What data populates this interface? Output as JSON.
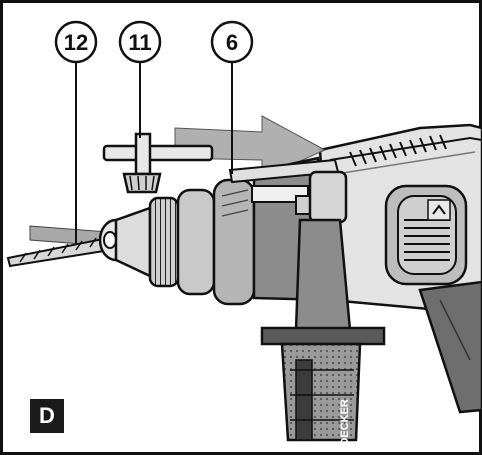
{
  "figure": {
    "panel_label": "D",
    "callouts": [
      {
        "id": "12",
        "label": "12",
        "part": "drill bit"
      },
      {
        "id": "11",
        "label": "11",
        "part": "chuck key"
      },
      {
        "id": "6",
        "label": "6",
        "part": "depth stop"
      }
    ],
    "brand_text": "+DECKER"
  }
}
